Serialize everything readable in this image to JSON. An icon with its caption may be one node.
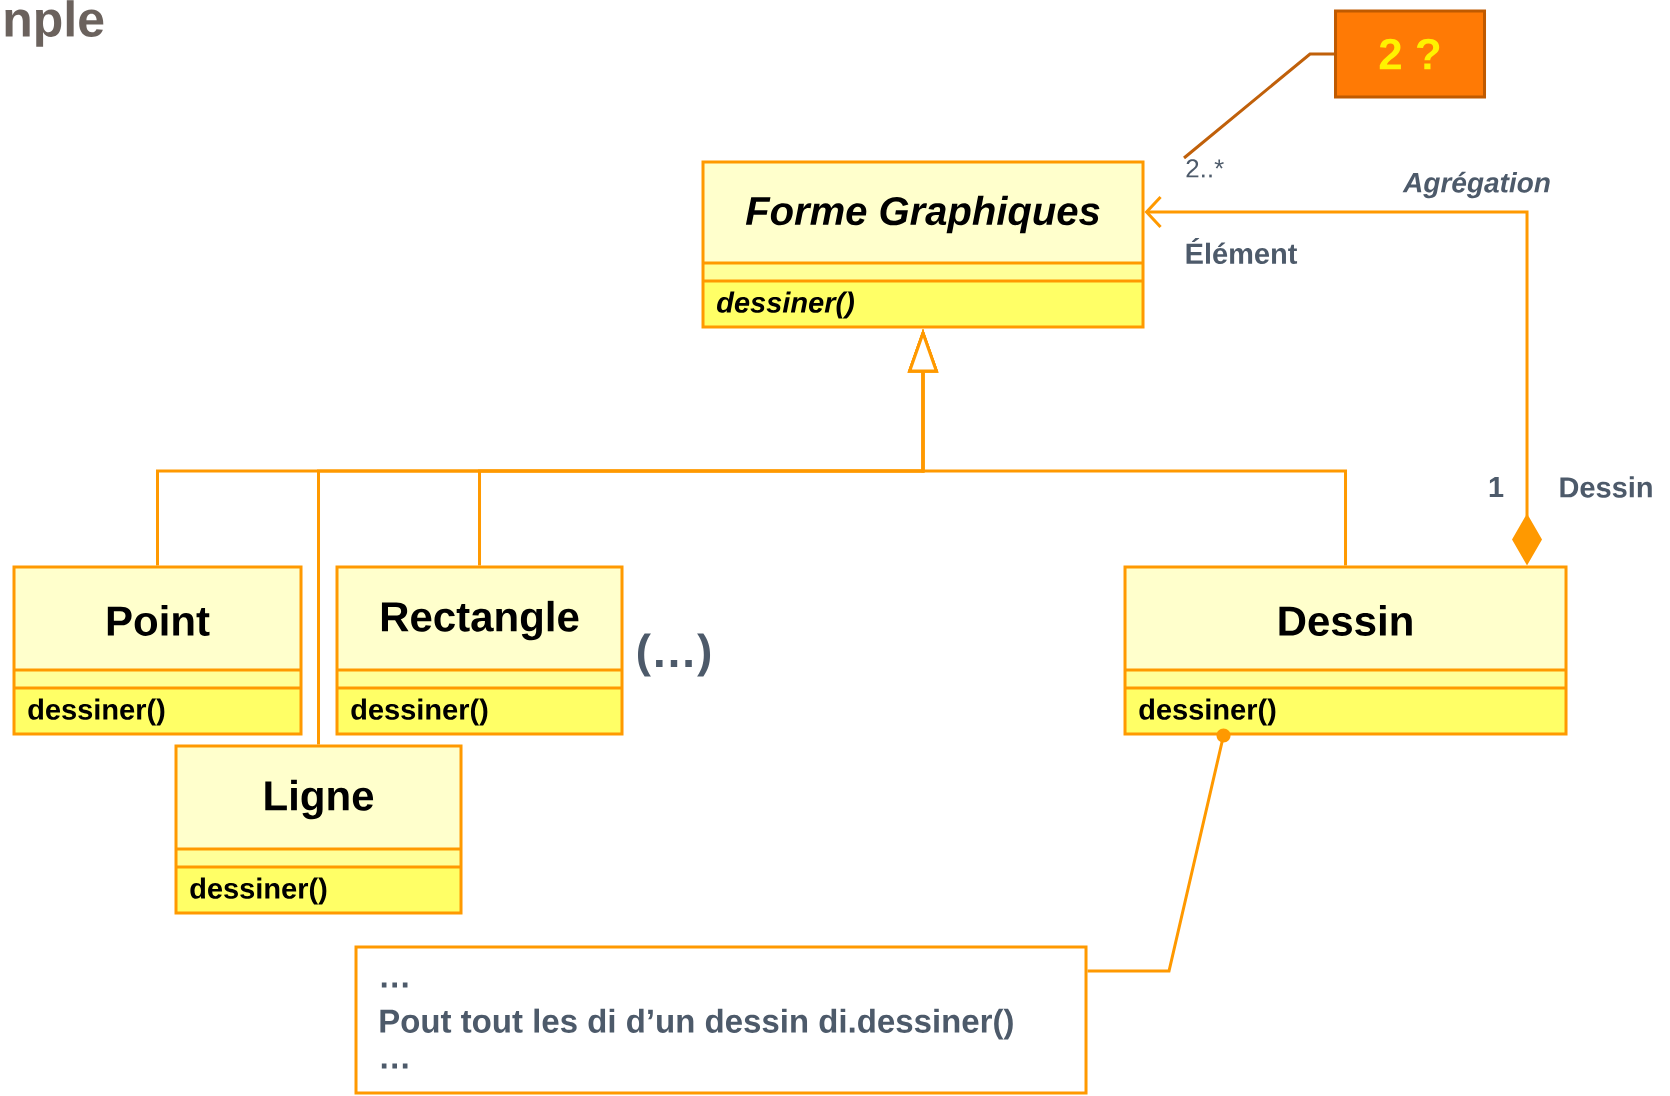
{
  "diagram": {
    "title": "nple",
    "nodes": [
      {
        "text": [
          "2 ?"
        ]
      },
      {
        "text": [
          "2..*"
        ]
      },
      {
        "text": [
          "Forme Graphiques",
          "dessiner()"
        ]
      },
      {
        "text": [
          "Point",
          "dessiner()"
        ]
      },
      {
        "text": [
          "Rectangle",
          "dessiner()"
        ]
      },
      {
        "text": [
          "Dessin",
          "dessiner()"
        ]
      },
      {
        "text": [
          "Ligne",
          "dessiner()"
        ]
      },
      {
        "text": [
          "…",
          "Pout tout les di d’un dessin di.dessiner()",
          "…"
        ]
      }
    ],
    "edges": [
      {
        "from": 3,
        "to": 2,
        "arrow": "to"
      },
      {
        "from": 6,
        "to": 2,
        "arrow": "to"
      },
      {
        "from": 4,
        "to": 2,
        "arrow": "to"
      },
      {
        "from": 5,
        "to": 2,
        "arrow": "to"
      },
      {
        "from": 5,
        "to": 2,
        "arrow": "to",
        "label": "Agrégation"
      },
      {
        "from": 0,
        "to": 1,
        "arrow": "none",
        "color": "#c0600a"
      },
      {
        "from": 7,
        "to": 5,
        "arrow": "other"
      }
    ],
    "labels": [
      "Élément",
      "1",
      "Dessin",
      "(…)"
    ]
  }
}
